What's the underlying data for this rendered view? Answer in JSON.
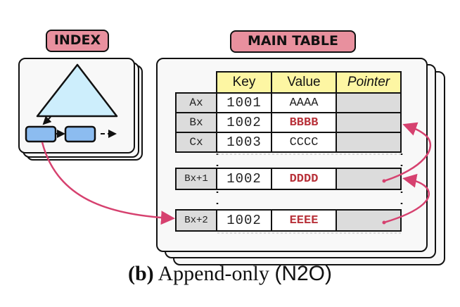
{
  "index": {
    "label": "INDEX"
  },
  "main_table": {
    "label": "MAIN TABLE",
    "columns": [
      "Key",
      "Value",
      "Pointer"
    ],
    "rows": [
      {
        "id": "Ax",
        "key": "1001",
        "value": "AAAA",
        "highlight": false
      },
      {
        "id": "Bx",
        "key": "1002",
        "value": "BBBB",
        "highlight": true
      },
      {
        "id": "Cx",
        "key": "1003",
        "value": "CCCC",
        "highlight": false
      }
    ],
    "appended_rows": [
      {
        "id": "Bx+1",
        "key": "1002",
        "value": "DDDD",
        "highlight": true
      },
      {
        "id": "Bx+2",
        "key": "1002",
        "value": "EEEE",
        "highlight": true
      }
    ]
  },
  "caption": {
    "prefix": "(b)",
    "text": "Append-only",
    "scheme": "(N2O)"
  },
  "colors": {
    "label_fill": "#e8909e",
    "header_fill": "#fdf6a3",
    "id_fill": "#dcdcdc",
    "tree_fill": "#cdeefc",
    "leaf_fill": "#8cbcf0",
    "arrow": "#d6416f",
    "highlight_text": "#b8323a"
  }
}
